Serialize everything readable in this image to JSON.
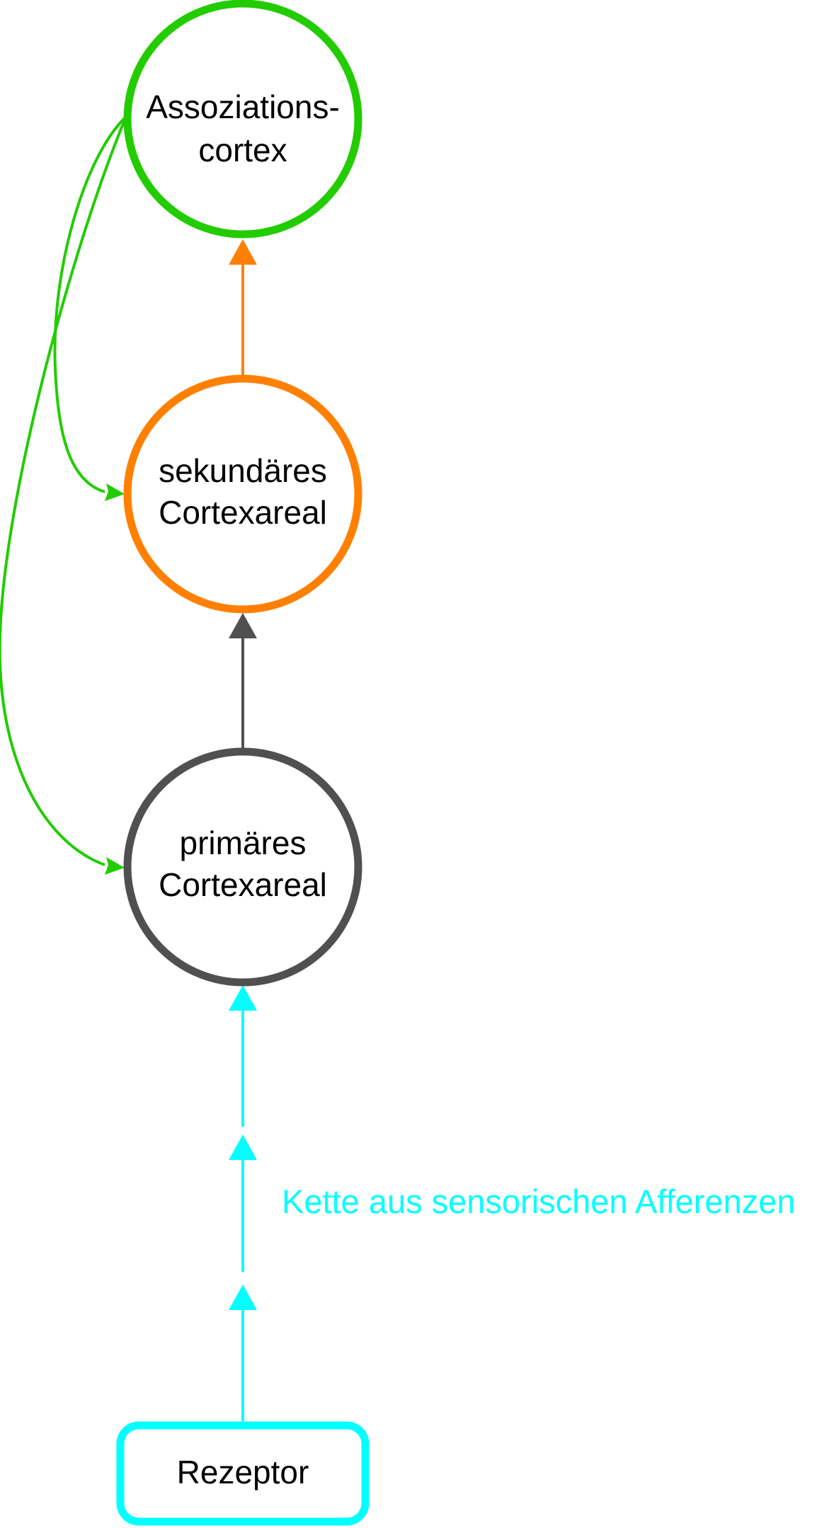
{
  "nodes": {
    "association": {
      "line1": "Assoziations-",
      "line2": "cortex",
      "color": "#22cc00"
    },
    "secondary": {
      "line1": "sekundäres",
      "line2": "Cortexareal",
      "color": "#ff8000"
    },
    "primary": {
      "line1": "primäres",
      "line2": "Cortexareal",
      "color": "#505050"
    },
    "receptor": {
      "label": "Rezeptor",
      "color": "#00ffff"
    }
  },
  "edges": {
    "secondary_to_association": {
      "color": "#ff8000"
    },
    "primary_to_secondary": {
      "color": "#505050"
    },
    "association_feedback": {
      "color": "#22cc00"
    },
    "afferent_chain": {
      "color": "#00ffff"
    }
  },
  "annotations": {
    "chain_label": "Kette aus sensorischen Afferenzen"
  }
}
